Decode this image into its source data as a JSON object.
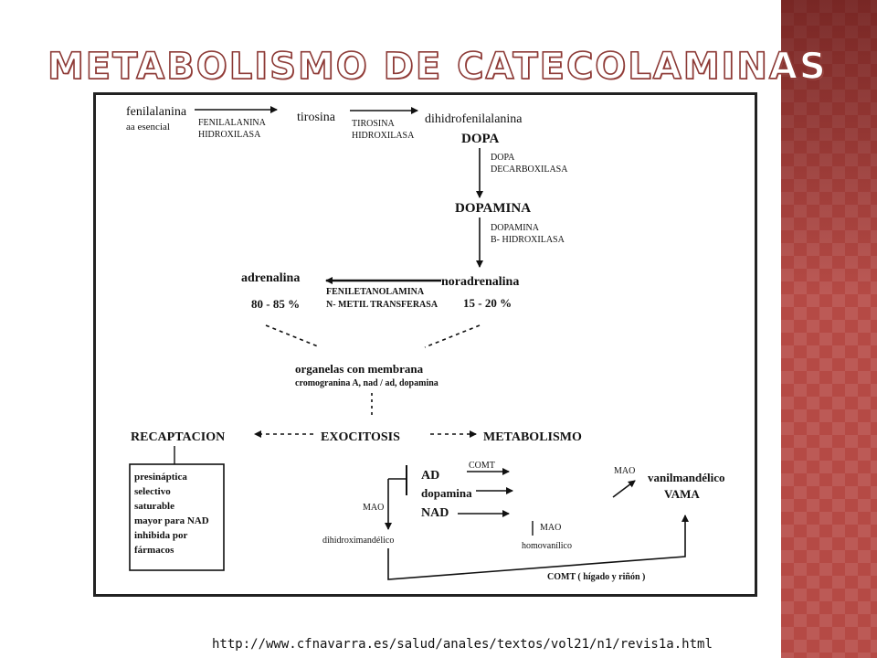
{
  "slide": {
    "title": "METABOLISMO DE CATECOLAMINAS",
    "source_url": "http://www.cfnavarra.es/salud/anales/textos/vol21/n1/revis1a.html",
    "accent_color": "#b54a45",
    "title_outline_color": "#8c3a36"
  },
  "diagram": {
    "fenilalanina": "fenilalanina",
    "aa_esencial": "aa esencial",
    "enz_fh_1": "FENILALANINA",
    "enz_fh_2": "HIDROXILASA",
    "tirosina": "tirosina",
    "enz_th_1": "TIROSINA",
    "enz_th_2": "HIDROXILASA",
    "dihidrofenilalanina": "dihidrofenilalanina",
    "dopa": "DOPA",
    "enz_dd_1": "DOPA",
    "enz_dd_2": "DECARBOXILASA",
    "dopamina": "DOPAMINA",
    "enz_dbh_1": "DOPAMINA",
    "enz_dbh_2": "B- HIDROXILASA",
    "adrenalina": "adrenalina",
    "adrenalina_pct": "80 - 85 %",
    "noradrenalina": "noradrenalina",
    "noradrenalina_pct": "15 - 20 %",
    "enz_pnmt_1": "FENILETANOLAMINA",
    "enz_pnmt_2": "N- METIL TRANSFERASA",
    "organelas_1": "organelas con membrana",
    "organelas_2": "cromogranina A, nad / ad, dopamina",
    "recaptacion": "RECAPTACION",
    "exocitosis": "EXOCITOSIS",
    "metabolismo": "METABOLISMO",
    "recaptacion_items": [
      "presináptica",
      "selectivo",
      "saturable",
      "mayor para NAD",
      "inhibida por",
      "fármacos"
    ],
    "ad": "AD",
    "dopamina_lc": "dopamina",
    "nad": "NAD",
    "comt": "COMT",
    "mao_top": "MAO",
    "mao_left": "MAO",
    "mao_mid": "MAO",
    "vanilmandelico": "vanilmandélico",
    "vama": "VAMA",
    "dihidroximandelico": "dihidroximandélico",
    "homovanilico": "homovanílico",
    "comt_higado": "COMT ( hígado y riñón )"
  }
}
